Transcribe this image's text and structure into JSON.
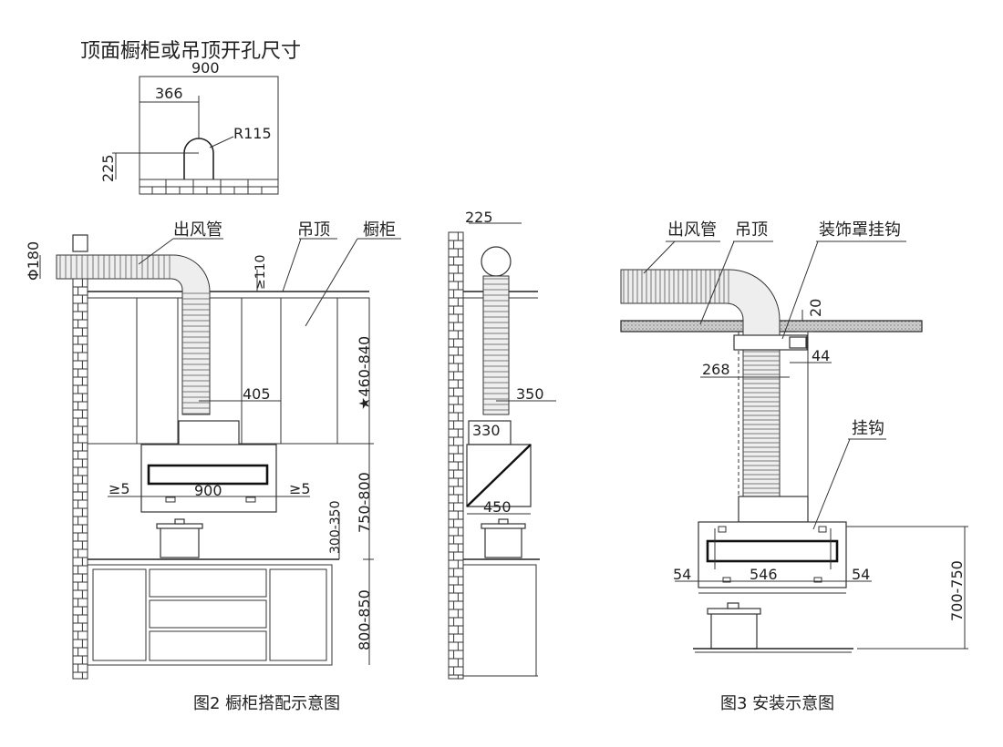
{
  "top_diagram": {
    "title": "顶面橱柜或吊顶开孔尺寸",
    "dim_width": "900",
    "dim_offset": "366",
    "dim_radius": "R115",
    "dim_height": "225"
  },
  "fig2": {
    "caption": "图2  橱柜搭配示意图",
    "label_duct": "出风管",
    "label_ceiling": "吊顶",
    "label_cabinet": "橱柜",
    "dim_diameter": "Φ180",
    "dim_gap_top": "≥110",
    "dim_duct_offset": "405",
    "dim_cabinet_height": "★460-840",
    "dim_hood_width": "900",
    "dim_left_gap": "≥5",
    "dim_right_gap": "≥5",
    "dim_hood_height": "750-800",
    "dim_pot_height": "300-350",
    "dim_counter_height": "800-850"
  },
  "side_view": {
    "dim_duct_dia": "225",
    "dim_duct_length": "350",
    "dim_top_depth": "330",
    "dim_bottom_depth": "450"
  },
  "fig3": {
    "caption": "图3  安装示意图",
    "label_duct": "出风管",
    "label_ceiling": "吊顶",
    "label_hook_cover": "装饰罩挂钩",
    "label_hook": "挂钩",
    "dim_20": "20",
    "dim_44": "44",
    "dim_268": "268",
    "dim_left": "54",
    "dim_center": "546",
    "dim_right": "54",
    "dim_height": "700-750"
  }
}
